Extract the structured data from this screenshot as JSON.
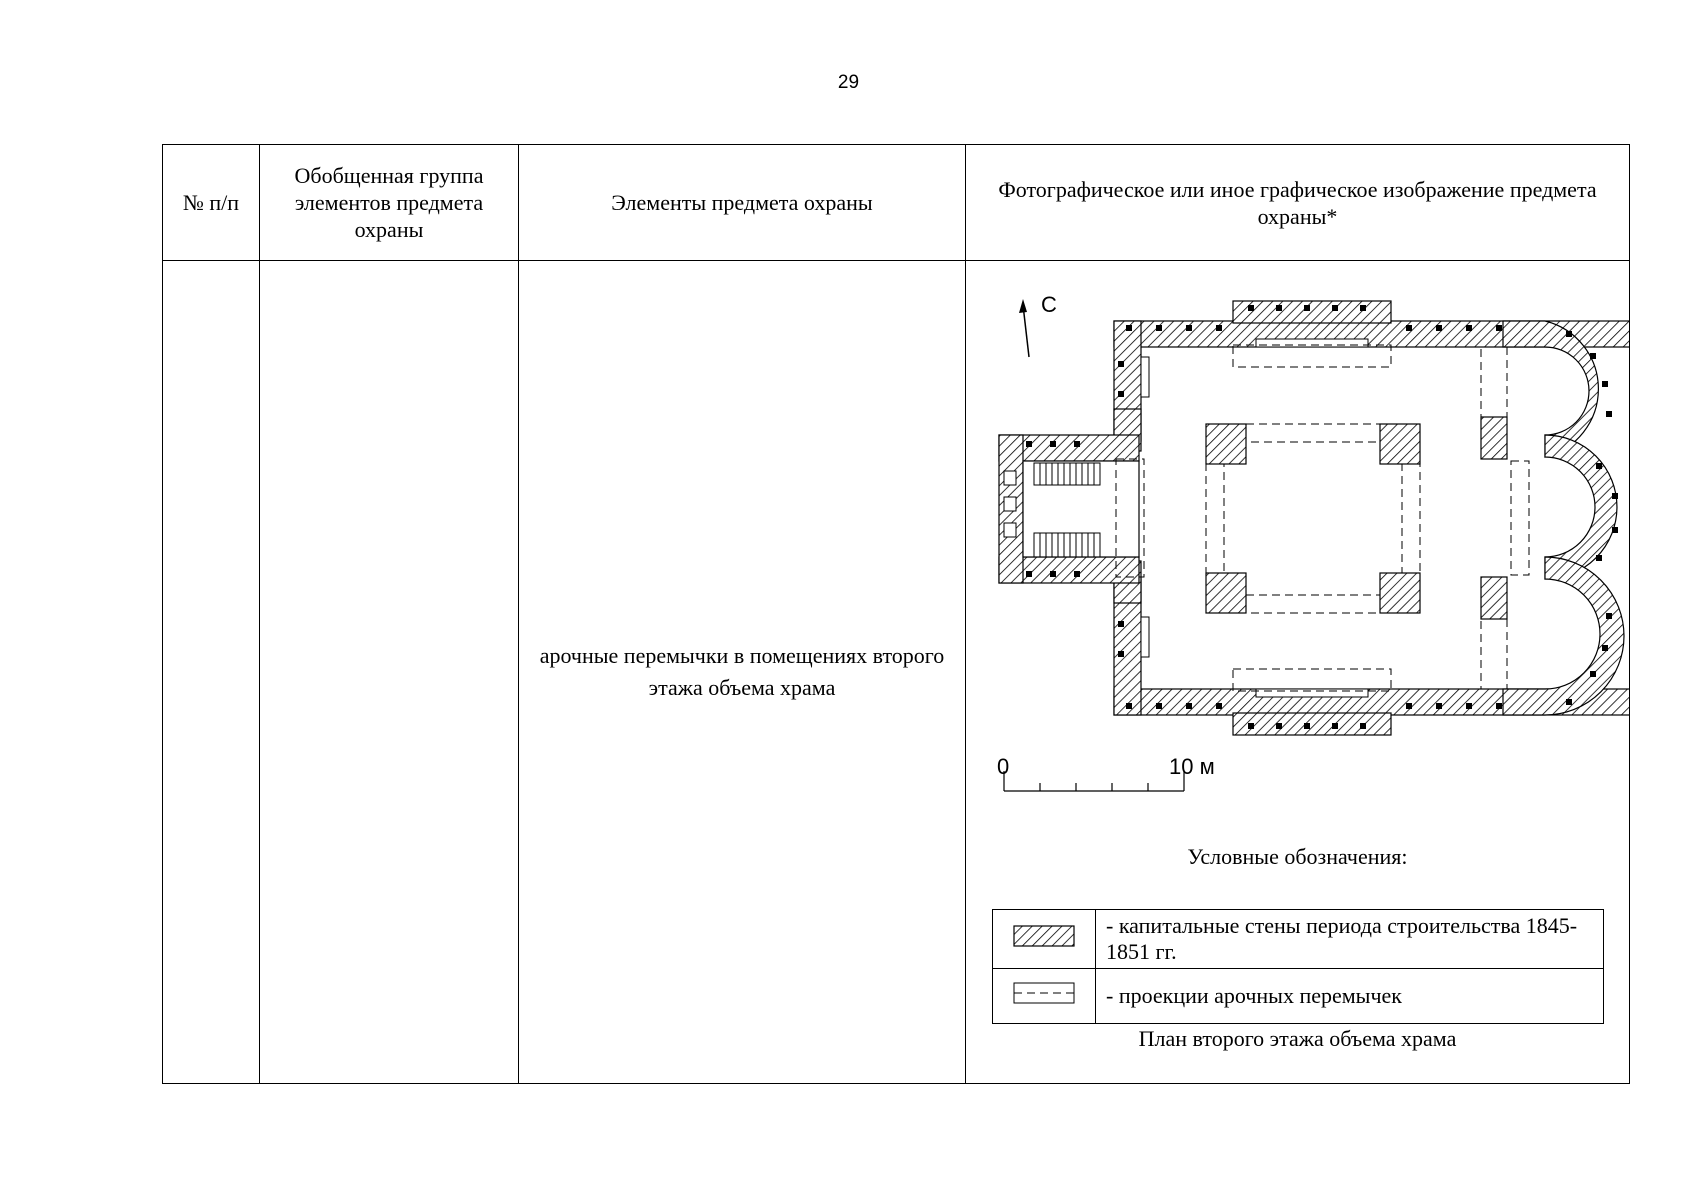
{
  "page_number": "29",
  "table": {
    "headers": [
      "№ п/п",
      "Обобщенная группа элементов предмета охраны",
      "Элементы предмета охраны",
      "Фотографическое или иное графическое изображение предмета охраны*"
    ],
    "row": {
      "number": "",
      "group": "",
      "element": "арочные перемычки в помещениях второго этажа объема храма"
    }
  },
  "plan": {
    "north_label": "С",
    "scale_start": "0",
    "scale_end": "10 м",
    "legend_title": "Условные обозначения:",
    "legend": [
      {
        "symbol": "hatch-icon",
        "text": "- капитальные стены периода строительства 1845-1851 гг."
      },
      {
        "symbol": "dashed-rect-icon",
        "text": "- проекции арочных перемычек"
      }
    ],
    "caption": "План второго этажа объема храма"
  }
}
